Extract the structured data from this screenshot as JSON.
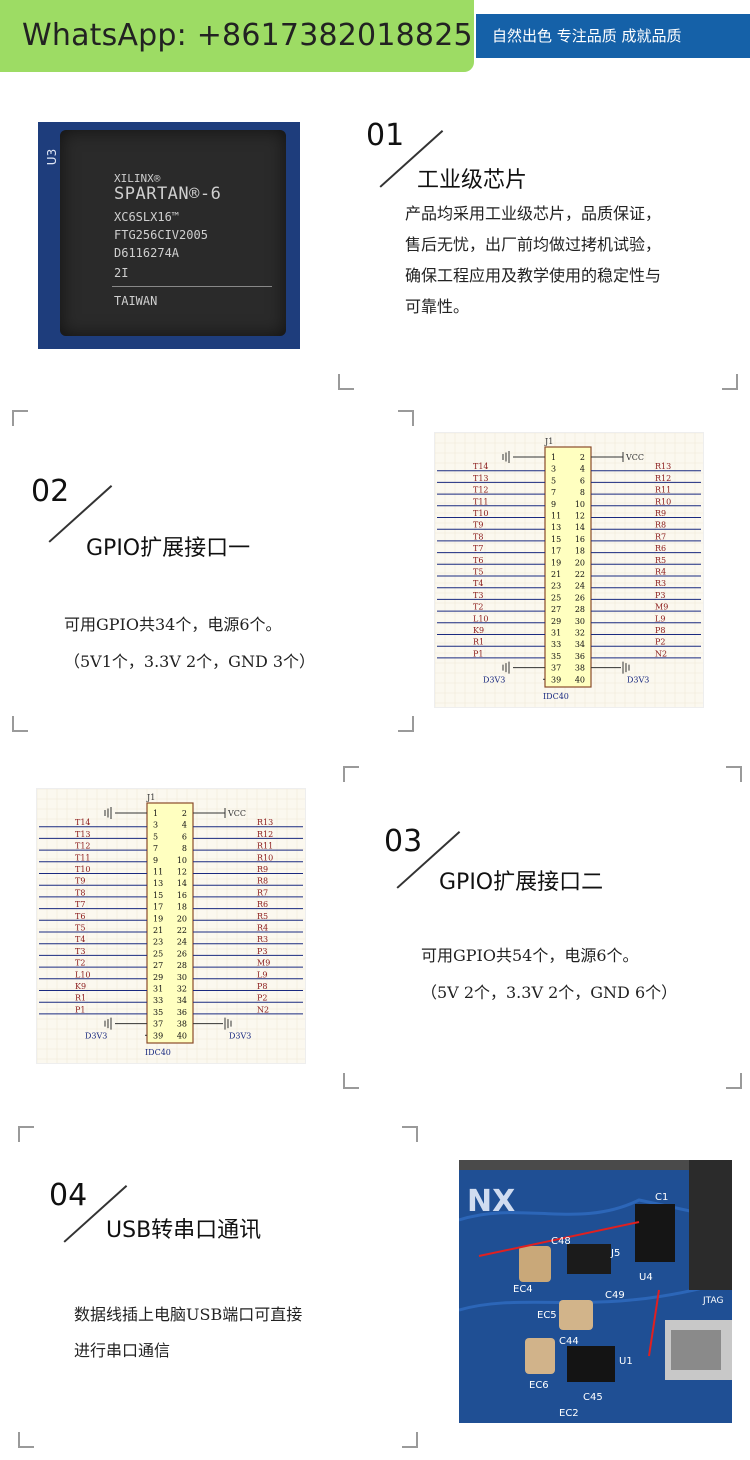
{
  "header": {
    "whatsapp": "WhatsApp: +8617382018825",
    "slogan": "自然出色 专注品质 成就品质"
  },
  "sections": [
    {
      "num": "01",
      "title": "工业级芯片",
      "lines": [
        "产品均采用工业级芯片，品质保证，",
        "售后无忧，出厂前均做过拷机试验，",
        "确保工程应用及教学使用的稳定性与",
        "可靠性。"
      ]
    },
    {
      "num": "02",
      "title": "GPIO扩展接口一",
      "lines": [
        "可用GPIO共34个，电源6个。",
        "（5V1个，3.3V 2个，GND 3个）"
      ]
    },
    {
      "num": "03",
      "title": "GPIO扩展接口二",
      "lines": [
        "可用GPIO共54个，电源6个。",
        "（5V 2个，3.3V 2个，GND 6个）"
      ]
    },
    {
      "num": "04",
      "title": "USB转串口通讯",
      "lines": [
        "数据线插上电脑USB端口可直接",
        "进行串口通信"
      ]
    }
  ],
  "chip": {
    "silk": "U3",
    "lines": [
      "XILINX®",
      "SPARTAN®-6",
      "XC6SLX16™",
      "FTG256CIV2005",
      "D6116274A",
      "2I",
      "TAIWAN"
    ]
  },
  "schematic": {
    "ref": "J1",
    "part": "IDC40",
    "vcc": "VCC",
    "gnd_label": "D3V3",
    "left": [
      "T14",
      "T13",
      "T12",
      "T11",
      "T10",
      "T9",
      "T8",
      "T7",
      "T6",
      "T5",
      "T4",
      "T3",
      "T2",
      "L10",
      "K9",
      "R1",
      "P1"
    ],
    "right": [
      "R13",
      "R12",
      "R11",
      "R10",
      "R9",
      "R8",
      "R7",
      "R6",
      "R5",
      "R4",
      "R3",
      "P3",
      "M9",
      "L9",
      "P8",
      "P2",
      "N2"
    ],
    "pins_left": [
      "1",
      "3",
      "5",
      "7",
      "9",
      "11",
      "13",
      "15",
      "17",
      "19",
      "21",
      "23",
      "25",
      "27",
      "29",
      "31",
      "33",
      "35",
      "37",
      "39"
    ],
    "pins_right": [
      "2",
      "4",
      "6",
      "8",
      "10",
      "12",
      "14",
      "16",
      "18",
      "20",
      "22",
      "24",
      "26",
      "28",
      "30",
      "32",
      "34",
      "36",
      "38",
      "40"
    ]
  },
  "usb_board": {
    "labels": [
      "C1",
      "C48",
      "EC4",
      "J5",
      "U4",
      "C49",
      "EC5",
      "C44",
      "U1",
      "EC6",
      "C45",
      "EC2",
      "JTAG",
      "NX"
    ]
  },
  "colors": {
    "whatsapp_bg": "#9ddc64",
    "slogan_bg": "#1561a8",
    "board_blue": "#1f4f94",
    "schematic_bg": "#fbf8ef"
  }
}
